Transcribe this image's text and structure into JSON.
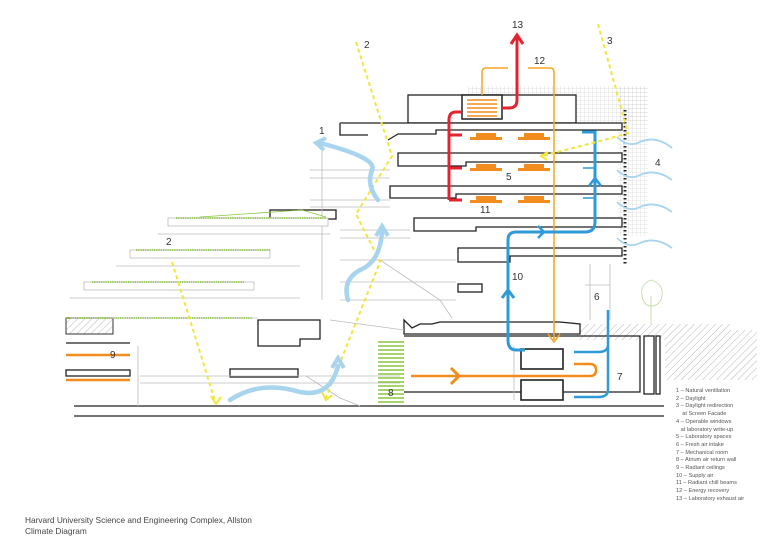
{
  "caption": {
    "title": "Harvard University Science and Engineering Complex, Allston",
    "subtitle": "Climate Diagram"
  },
  "legend": [
    {
      "num": "1",
      "text": "Natural ventilation"
    },
    {
      "num": "2",
      "text": "Daylight"
    },
    {
      "num": "3",
      "text": "Daylight redirection",
      "cont": "at Screen Facade"
    },
    {
      "num": "4",
      "text": "Operable windows",
      "cont": "at laboratory write-up"
    },
    {
      "num": "5",
      "text": "Laboratory spaces"
    },
    {
      "num": "6",
      "text": "Fresh air intake"
    },
    {
      "num": "7",
      "text": "Mechanical room"
    },
    {
      "num": "8",
      "text": "Atrium air return wall"
    },
    {
      "num": "9",
      "text": "Radiant ceilings"
    },
    {
      "num": "10",
      "text": "Supply air"
    },
    {
      "num": "11",
      "text": "Radiant chill beams"
    },
    {
      "num": "12",
      "text": "Energy recovery"
    },
    {
      "num": "13",
      "text": "Laboratory exhaust air"
    }
  ],
  "callouts": {
    "n1": "1",
    "n2a": "2",
    "n2b": "2",
    "n3": "3",
    "n4": "4",
    "n5": "5",
    "n6": "6",
    "n7": "7",
    "n8": "8",
    "n9": "9",
    "n10": "10",
    "n11": "11",
    "n12": "12",
    "n13": "13"
  },
  "colors": {
    "ventilation": "#a8d4ee",
    "daylight": "#f2e63a",
    "exhaust": "#e32330",
    "energy_recovery": "#f5a623",
    "supply_air": "#2e9ad6",
    "radiant": "#f28c1e",
    "green_roof": "#8cc63f",
    "structure": "#222222",
    "secondary": "#bbbbbb"
  }
}
